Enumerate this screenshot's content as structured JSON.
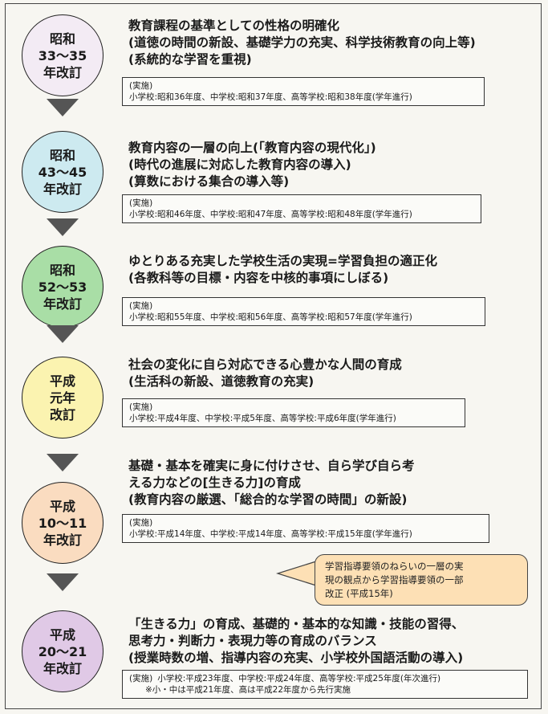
{
  "colors": {
    "era_1": "#f3ebf4",
    "era_2": "#cdeaf0",
    "era_3": "#a9dea6",
    "era_4": "#fbf3b0",
    "era_5": "#fadcc0",
    "era_6": "#e0c9e6",
    "arrow": "#555555",
    "callout": "#fde0b5"
  },
  "revisions": [
    {
      "era": [
        "昭和",
        "33〜35",
        "年改訂"
      ],
      "heading": [
        "教育課程の基準としての性格の明確化",
        "(道徳の時間の新設、基礎学力の充実、科学技術教育の向上等)",
        "(系統的な学習を重視)"
      ],
      "impl_label": "(実施)",
      "impl_text": "小学校:昭和36年度、中学校:昭和37年度、高等学校:昭和38年度(学年進行)"
    },
    {
      "era": [
        "昭和",
        "43〜45",
        "年改訂"
      ],
      "heading": [
        "教育内容の一層の向上(「教育内容の現代化」)",
        "(時代の進展に対応した教育内容の導入)",
        "(算数における集合の導入等)"
      ],
      "impl_label": "(実施)",
      "impl_text": "小学校:昭和46年度、中学校:昭和47年度、高等学校:昭和48年度(学年進行)"
    },
    {
      "era": [
        "昭和",
        "52〜53",
        "年改訂"
      ],
      "heading": [
        "ゆとりある充実した学校生活の実現=学習負担の適正化",
        "(各教科等の目標・内容を中核的事項にしぼる)"
      ],
      "impl_label": "(実施)",
      "impl_text": "小学校:昭和55年度、中学校:昭和56年度、高等学校:昭和57年度(学年進行)"
    },
    {
      "era": [
        "平成",
        "元年",
        "改訂"
      ],
      "heading": [
        "社会の変化に自ら対応できる心豊かな人間の育成",
        "(生活科の新設、道徳教育の充実)"
      ],
      "impl_label": "(実施)",
      "impl_text": "小学校:平成4年度、中学校:平成5年度、高等学校:平成6年度(学年進行)"
    },
    {
      "era": [
        "平成",
        "10〜11",
        "年改訂"
      ],
      "heading": [
        "基礎・基本を確実に身に付けさせ、自ら学び自ら考",
        "える力などの[生きる力]の育成",
        "(教育内容の厳選、「総合的な学習の時間」の新設)"
      ],
      "impl_label": "(実施)",
      "impl_text": "小学校:平成14年度、中学校:平成14年度、高等学校:平成15年度(学年進行)"
    },
    {
      "era": [
        "平成",
        "20〜21",
        "年改訂"
      ],
      "heading": [
        "「生きる力」の育成、基礎的・基本的な知識・技能の習得、",
        "思考力・判断力・表現力等の育成のバランス",
        "(授業時数の増、指導内容の充実、小学校外国語活動の導入)"
      ],
      "impl_label": "(実施)",
      "impl_text": "小学校:平成23年度、中学校:平成24年度、高等学校:平成25年度(年次進行)",
      "impl_note": "※小・中は平成21年度、高は平成22年度から先行実施"
    }
  ],
  "callout": {
    "lines": [
      "学習指導要領のねらいの一層の実",
      "現の観点から学習指導要領の一部",
      "改正 (平成15年)"
    ]
  }
}
